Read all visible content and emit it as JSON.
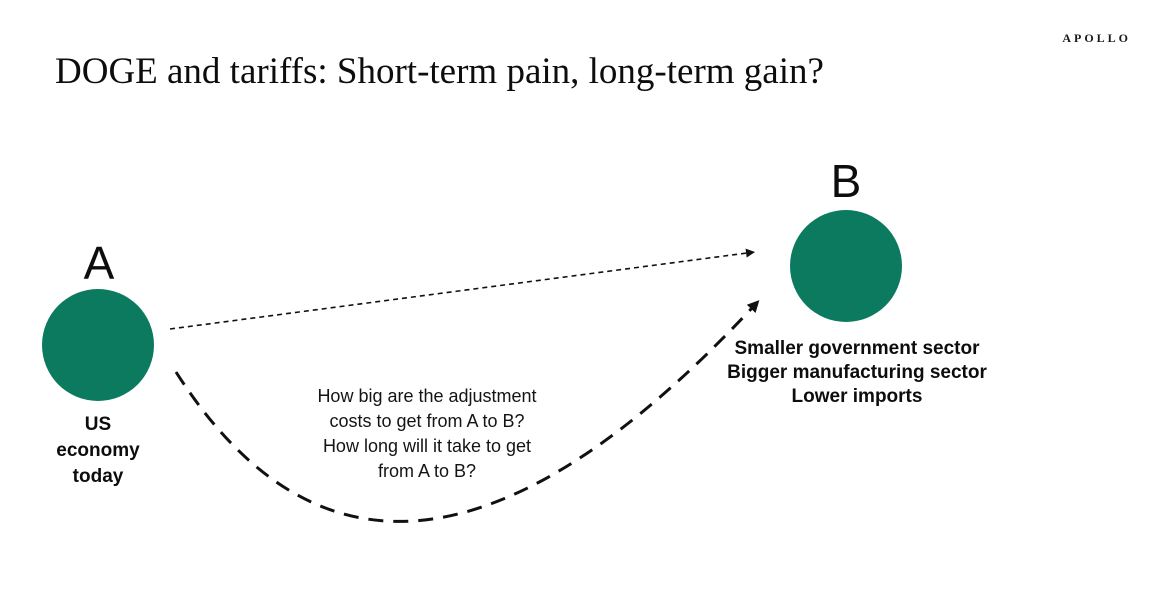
{
  "brand": {
    "logo_text": "APOLLO"
  },
  "title": "DOGE and tariffs: Short-term pain, long-term gain?",
  "colors": {
    "node_fill": "#0b7a5f",
    "arrow": "#111111",
    "background": "#ffffff"
  },
  "diagram": {
    "node_a": {
      "label": "A",
      "caption_lines": [
        "US",
        "economy",
        "today"
      ]
    },
    "node_b": {
      "label": "B",
      "caption_lines": [
        "Smaller government sector",
        "Bigger manufacturing sector",
        "Lower imports"
      ]
    },
    "question_lines": [
      "How big are the adjustment",
      "costs to get from A to B?",
      "How long will it take to get",
      "from A to B?"
    ]
  }
}
